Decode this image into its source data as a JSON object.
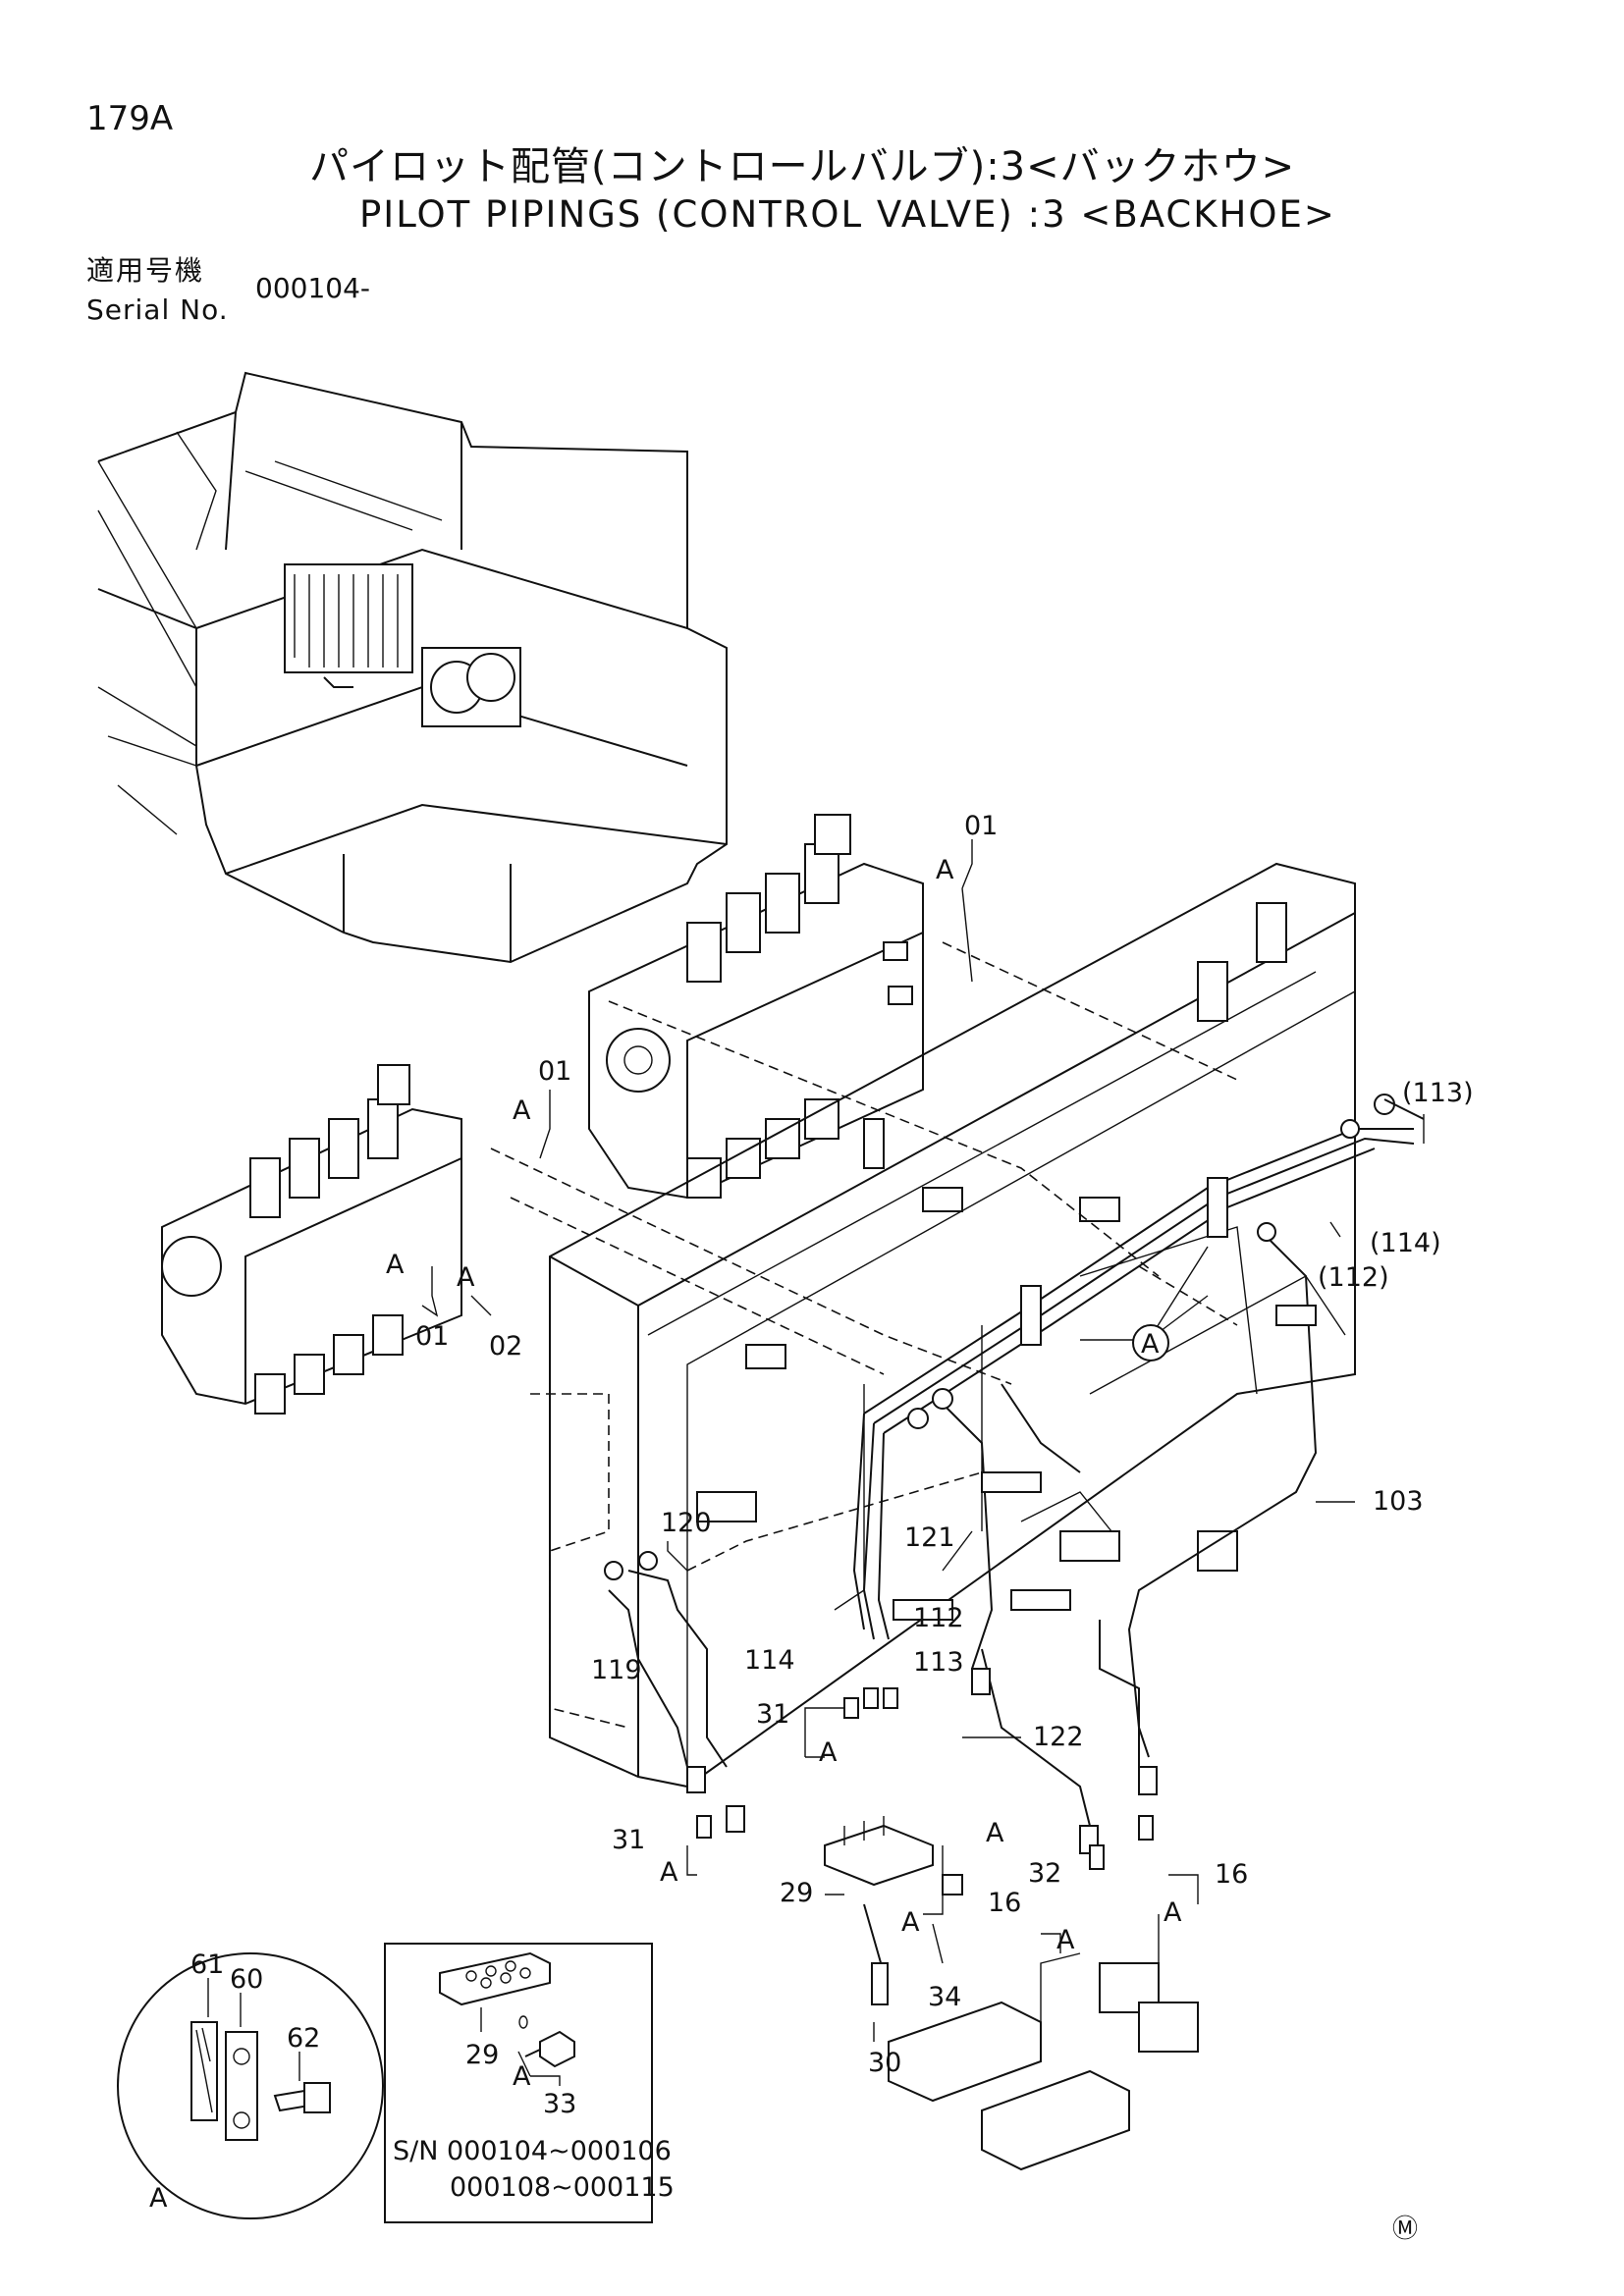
{
  "header": {
    "page_code": "179A",
    "title_jp": "パイロット配管(コントロールバルブ):3<バックホウ>",
    "title_en": "PILOT PIPINGS (CONTROL VALVE) :3 <BACKHOE>",
    "serial_label_jp": "適用号機",
    "serial_label_en": "Serial No.",
    "serial_value": "000104-"
  },
  "callouts": {
    "c01a": "01",
    "cA1": "A",
    "c01b": "01",
    "cA2": "A",
    "c01c": "01",
    "cA3": "A",
    "cA4": "A",
    "c02": "02",
    "c113p": "(113)",
    "c114p": "(114)",
    "c112p": "(112)",
    "cAcircle": "A",
    "c103": "103",
    "c120": "120",
    "c121": "121",
    "c119": "119",
    "c112": "112",
    "c114": "114",
    "c113": "113",
    "c31a": "31",
    "cA5": "A",
    "c122": "122",
    "c31b": "31",
    "cA6": "A",
    "c29": "29",
    "cA7": "A",
    "c32": "32",
    "c16a": "16",
    "cA8": "A",
    "c16b": "16",
    "cA9": "A",
    "cA10": "A",
    "c34": "34",
    "c30": "30"
  },
  "detail_circle": {
    "c61": "61",
    "c60": "60",
    "c62": "62",
    "cA": "A"
  },
  "detail_box": {
    "c29": "29",
    "cA": "A",
    "c33": "33",
    "sn_line1": "S/N  000104~000106",
    "sn_line2": "000108~000115"
  },
  "footer_marker": "Ⓜ"
}
